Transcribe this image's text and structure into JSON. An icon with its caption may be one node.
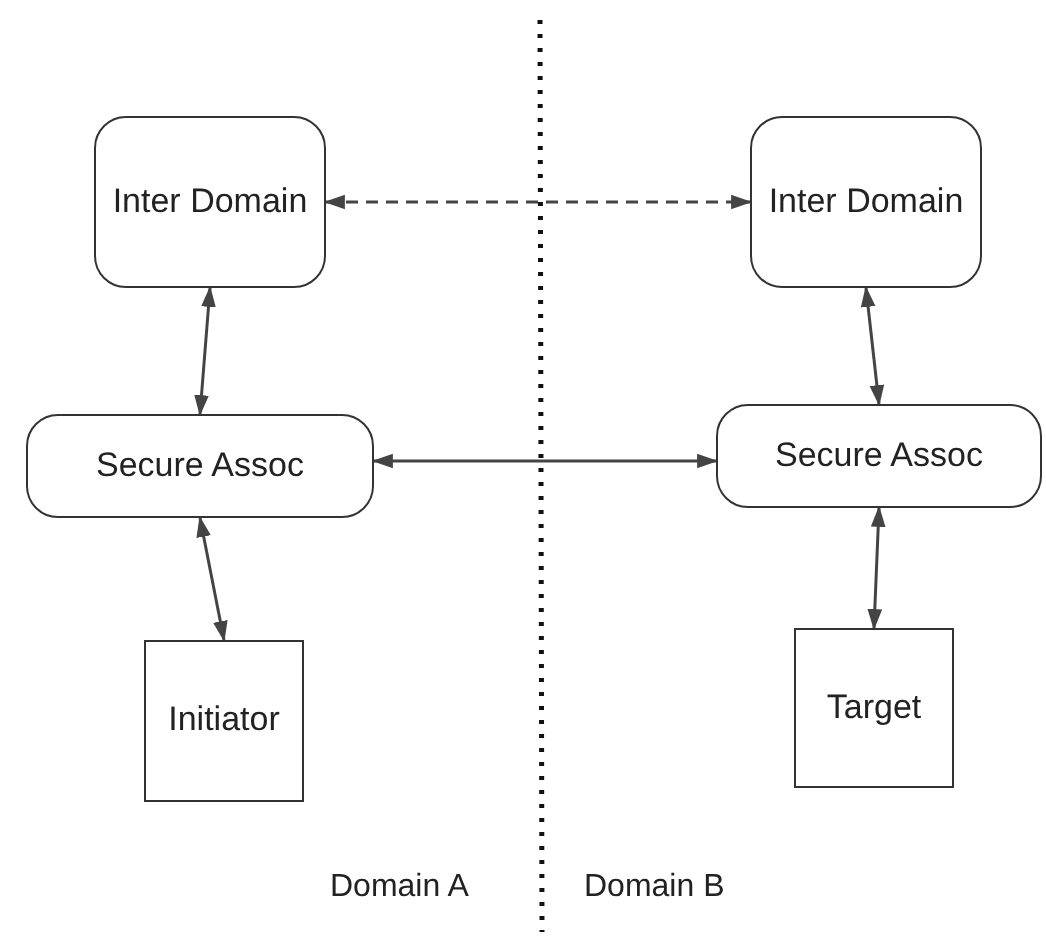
{
  "diagram": {
    "nodes": [
      {
        "text": [
          "Inter Domain"
        ]
      },
      {
        "text": [
          "Inter Domain"
        ]
      },
      {
        "text": [
          "Secure Assoc"
        ]
      },
      {
        "text": [
          "Secure Assoc"
        ]
      },
      {
        "text": [
          "Initiator"
        ]
      },
      {
        "text": [
          "Target"
        ]
      }
    ],
    "edges": [
      {
        "from": 0,
        "to": 1,
        "arrow": "both",
        "style": "dashed"
      },
      {
        "from": 0,
        "to": 2,
        "arrow": "both"
      },
      {
        "from": 1,
        "to": 3,
        "arrow": "both"
      },
      {
        "from": 2,
        "to": 3,
        "arrow": "both"
      },
      {
        "from": 2,
        "to": 4,
        "arrow": "both"
      },
      {
        "from": 3,
        "to": 5,
        "arrow": "both"
      }
    ],
    "labels": [
      "Domain A",
      "Domain B"
    ]
  }
}
